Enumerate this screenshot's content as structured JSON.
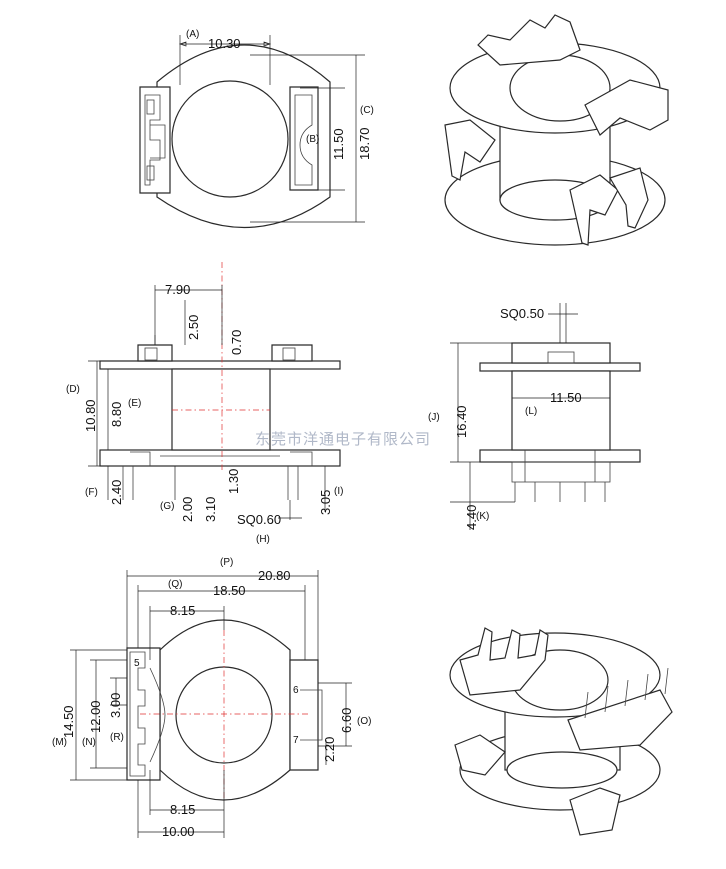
{
  "top_view": {
    "dims": [
      {
        "code": "(A)",
        "value": "10.30"
      },
      {
        "code": "(B)",
        "value": "11.50"
      },
      {
        "code": "(C)",
        "value": "18.70"
      }
    ]
  },
  "front_view": {
    "dims": [
      {
        "code": "",
        "value": "7.90"
      },
      {
        "code": "",
        "value": "2.50"
      },
      {
        "code": "",
        "value": "0.70"
      },
      {
        "code": "(D)",
        "value": "10.80"
      },
      {
        "code": "(E)",
        "value": "8.80"
      },
      {
        "code": "(F)",
        "value": "2.40"
      },
      {
        "code": "(G)",
        "value": "2.00"
      },
      {
        "code": "",
        "value": "3.10"
      },
      {
        "code": "",
        "value": "1.30"
      },
      {
        "code": "(I)",
        "value": "3.05"
      },
      {
        "code": "(H)",
        "value": "SQ0.60"
      }
    ]
  },
  "side_view": {
    "dims": [
      {
        "code": "",
        "value": "SQ0.50"
      },
      {
        "code": "(J)",
        "value": "16.40"
      },
      {
        "code": "(L)",
        "value": "11.50"
      },
      {
        "code": "(K)",
        "value": "4.40"
      }
    ]
  },
  "bottom_view": {
    "dims": [
      {
        "code": "(P)",
        "value": "20.80"
      },
      {
        "code": "(Q)",
        "value": "18.50"
      },
      {
        "code": "",
        "value": "8.15"
      },
      {
        "code": "(M)",
        "value": "14.50"
      },
      {
        "code": "(N)",
        "value": "12.00"
      },
      {
        "code": "(R)",
        "value": "3.00"
      },
      {
        "code": "(O)",
        "value": "6.60"
      },
      {
        "code": "",
        "value": "2.20"
      },
      {
        "code": "",
        "value": "8.15"
      },
      {
        "code": "",
        "value": "10.00"
      }
    ],
    "pins": [
      "5",
      "6",
      "7"
    ]
  },
  "watermark": "东莞市洋通电子有限公司"
}
